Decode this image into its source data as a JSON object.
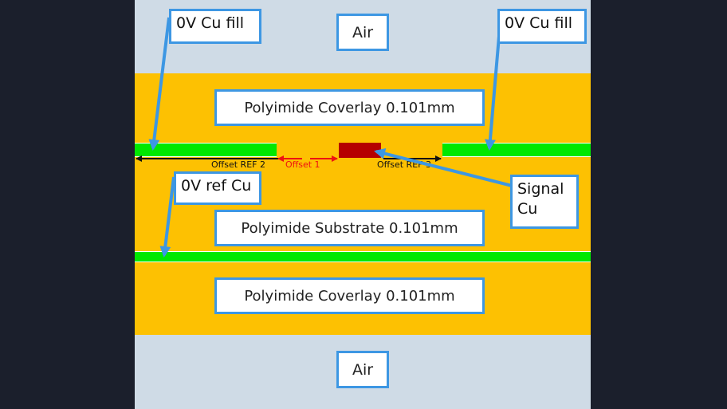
{
  "colors": {
    "background": "#1b1f2c",
    "air": "#cfdbe6",
    "polyimide": "#fdc102",
    "ground_copper": "#00e800",
    "signal_copper": "#b50000",
    "callout_border": "#3d97e3",
    "offset1": "#ee1111",
    "dimension_black": "#111111"
  },
  "layers": {
    "air_top": "Air",
    "coverlay_top": "Polyimide Coverlay 0.101mm",
    "substrate": "Polyimide Substrate 0.101mm",
    "coverlay_bottom": "Polyimide Coverlay 0.101mm",
    "air_bottom": "Air"
  },
  "callouts": {
    "fill_left": "0V Cu fill",
    "fill_right": "0V Cu fill",
    "ref_cu": "0V ref Cu",
    "signal_line1": "Signal",
    "signal_line2": "Cu"
  },
  "dimensions": {
    "offset_ref2": "Offset REF 2",
    "offset1": "Offset 1",
    "offset_ref3": "Offset REF 3"
  }
}
